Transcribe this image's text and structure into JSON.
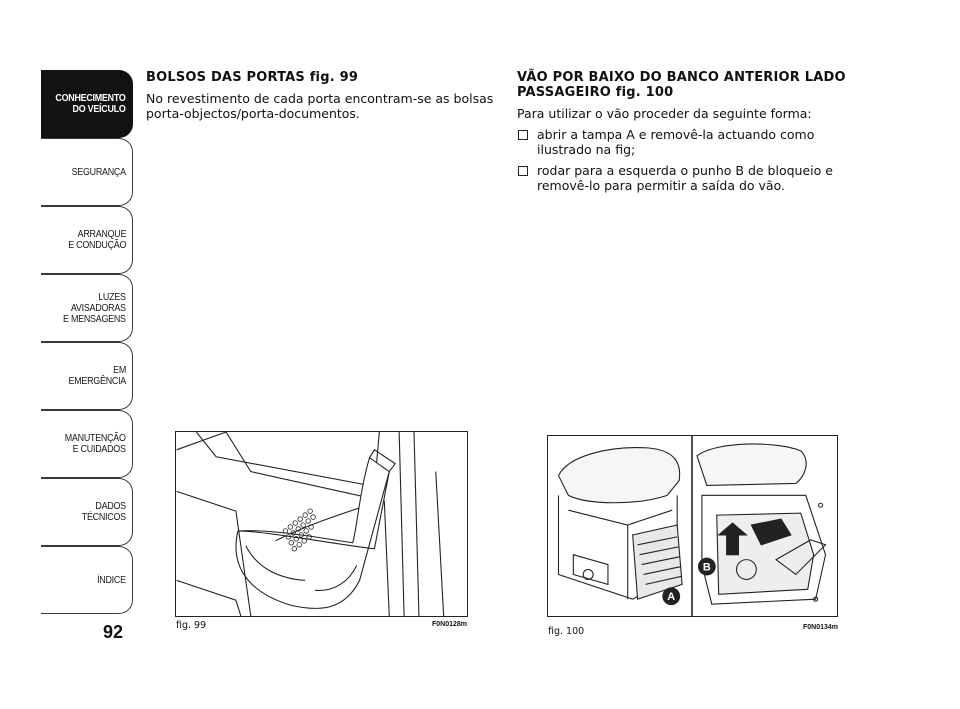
{
  "sidebar": {
    "tabs": [
      {
        "label": "CONHECIMENTO\nDO VEÍCULO",
        "active": true
      },
      {
        "label": "SEGURANÇA",
        "active": false
      },
      {
        "label": "ARRANQUE\nE CONDUÇÃO",
        "active": false
      },
      {
        "label": "LUZES\nAVISADORAS\nE MENSAGENS",
        "active": false
      },
      {
        "label": "EM EMERGÊNCIA",
        "active": false
      },
      {
        "label": "MANUTENÇÃO\nE CUIDADOS",
        "active": false
      },
      {
        "label": "DADOS\nTÉCNICOS",
        "active": false
      },
      {
        "label": "ÍNDICE",
        "active": false
      }
    ]
  },
  "page_number": "92",
  "left_column": {
    "heading": "BOLSOS DAS PORTAS fig. 99",
    "body": "No revestimento de cada porta encontram-se as bolsas porta-objectos/porta-documentos."
  },
  "right_column": {
    "heading": "VÃO POR BAIXO DO BANCO ANTERIOR LADO PASSAGEIRO fig. 100",
    "intro": "Para utilizar o vão proceder da seguinte forma:",
    "steps": [
      "abrir a tampa A e removê-la actuando como ilustrado na fig;",
      "rodar para a esquerda o punho B de bloqueio e removê-lo para permitir a saída do vão."
    ]
  },
  "figures": {
    "fig99": {
      "caption": "fig. 99",
      "code": "F0N0128m"
    },
    "fig100": {
      "caption": "fig. 100",
      "code": "F0N0134m",
      "label_a": "A",
      "label_b": "B"
    }
  },
  "colors": {
    "ink": "#111111",
    "active_tab": "#121212",
    "tab_border": "#3a3a3a"
  }
}
